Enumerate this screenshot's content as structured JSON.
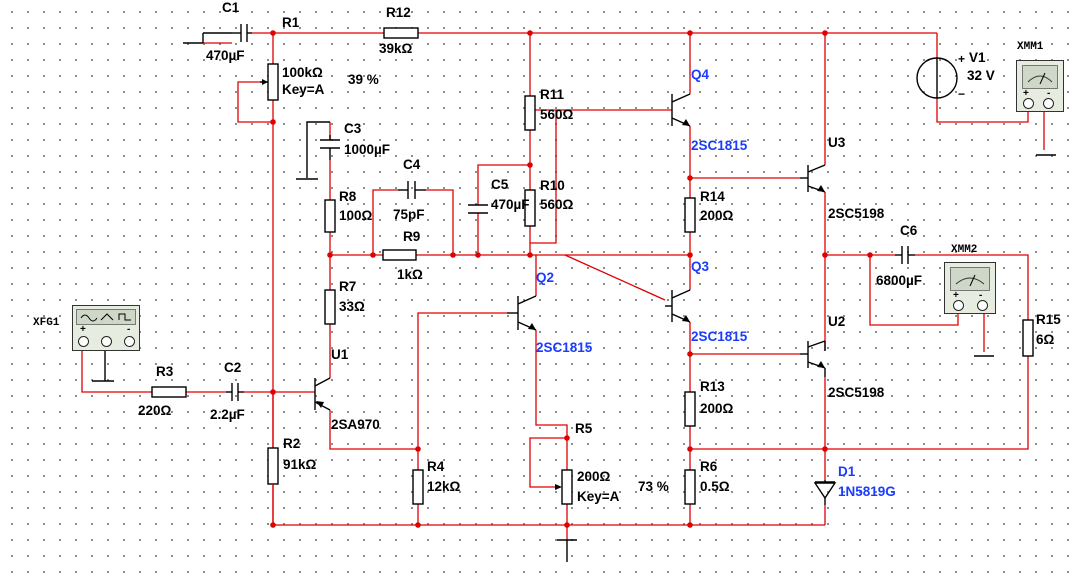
{
  "colors": {
    "wire": "#e00000",
    "component": "#000000",
    "transistor_label": "#1a3cff",
    "grid_dot": "#7a7a7a"
  },
  "components": {
    "C1": {
      "ref": "C1",
      "value": "470µF"
    },
    "R1": {
      "ref": "R1",
      "value": "100kΩ",
      "key": "Key=A",
      "percent": "39 %"
    },
    "R12": {
      "ref": "R12",
      "value": "39kΩ"
    },
    "R11": {
      "ref": "R11",
      "value": "560Ω"
    },
    "R10": {
      "ref": "R10",
      "value": "560Ω"
    },
    "C3": {
      "ref": "C3",
      "value": "1000µF"
    },
    "C4": {
      "ref": "C4",
      "value": "75pF"
    },
    "C5": {
      "ref": "C5",
      "value": "470µF"
    },
    "R8": {
      "ref": "R8",
      "value": "100Ω"
    },
    "R9": {
      "ref": "R9",
      "value": "1kΩ"
    },
    "R7": {
      "ref": "R7",
      "value": "33Ω"
    },
    "R14": {
      "ref": "R14",
      "value": "200Ω"
    },
    "R13": {
      "ref": "R13",
      "value": "200Ω"
    },
    "R3": {
      "ref": "R3",
      "value": "220Ω"
    },
    "C2": {
      "ref": "C2",
      "value": "2.2µF"
    },
    "R2": {
      "ref": "R2",
      "value": "91kΩ"
    },
    "R4": {
      "ref": "R4",
      "value": "12kΩ"
    },
    "R5": {
      "ref": "R5",
      "value": "200Ω",
      "key": "Key=A",
      "percent": "73 %"
    },
    "R6": {
      "ref": "R6",
      "value": "0.5Ω"
    },
    "C6": {
      "ref": "C6",
      "value": "6800µF"
    },
    "R15": {
      "ref": "R15",
      "value": "6Ω"
    },
    "V1": {
      "ref": "V1",
      "value": "32 V"
    },
    "U1": {
      "ref": "U1",
      "part": "2SA970"
    },
    "U2": {
      "ref": "U2",
      "part": "2SC5198"
    },
    "U3": {
      "ref": "U3",
      "part": "2SC5198"
    },
    "Q2": {
      "ref": "Q2",
      "part": "2SC1815"
    },
    "Q3": {
      "ref": "Q3",
      "part": "2SC1815"
    },
    "Q4": {
      "ref": "Q4",
      "part": "2SC1815"
    },
    "D1": {
      "ref": "D1",
      "part": "1N5819G"
    }
  },
  "instruments": {
    "xfg1": "XFG1",
    "xmm1": "XMM1",
    "xmm2": "XMM2"
  },
  "symbols": {
    "v1_plus": "+",
    "v1_minus": "−",
    "meter_plus": "+",
    "meter_minus": "-"
  }
}
